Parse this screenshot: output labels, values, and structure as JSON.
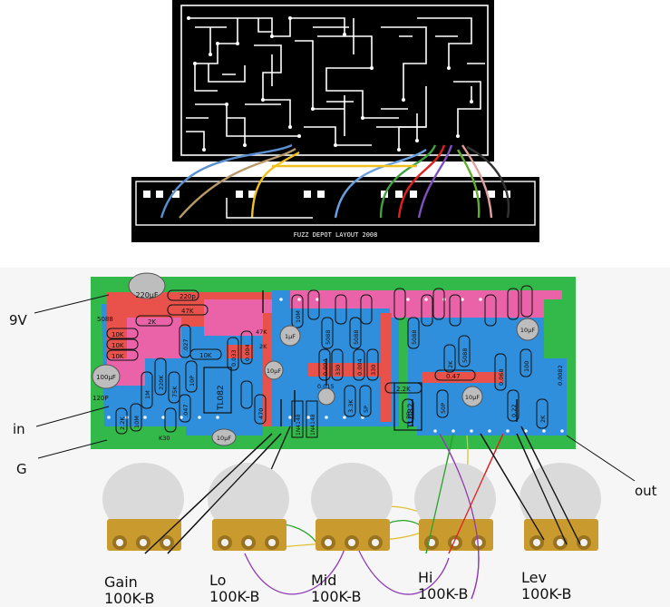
{
  "labels": {
    "supply": "9V",
    "input": "in",
    "ground": "G",
    "output": "out",
    "pcb_footer": "FUZZ DEPOT LAYOUT 2008"
  },
  "pots": [
    {
      "name": "Gain",
      "value": "100K-B"
    },
    {
      "name": "Lo",
      "value": "100K-B"
    },
    {
      "name": "Mid",
      "value": "100K-B"
    },
    {
      "name": "Hi",
      "value": "100K-B"
    },
    {
      "name": "Lev",
      "value": "100K-B"
    }
  ],
  "components": {
    "c220u": "220μF",
    "c220p": "220p",
    "r47k_a": "47K",
    "r2k_a": "2K",
    "r5088_a": "5088",
    "r10k_a": "10K",
    "r10k_b": "10K",
    "r10k_c": "10K",
    "c100u": "100μF",
    "c120p": "120P",
    "c027": ".027",
    "c047": ".047",
    "r10k_d": "10K",
    "ic1": "TL082",
    "r220k": "220K",
    "r1m": "1M",
    "r75k": "75K",
    "c10p": "10P",
    "c033": "0.033",
    "c004": "0.004",
    "r47k_b": "47K",
    "r2k_b": "2K",
    "c1u": "1μF",
    "c10u_a": "10μF",
    "c10u_b": "10μF",
    "r470": "470",
    "d1": "1N4148",
    "d2": "1N4148",
    "r10m": "10M",
    "r2k2": "2.2K",
    "k30": "K30",
    "ic2": "TL082",
    "c047b": "0.47",
    "c10u_c": "10μF",
    "c10u_d": "10μF",
    "c015": "0.015",
    "r33k": "3.3K",
    "r22k": "2.2K",
    "c5p": "5P",
    "c50p": "50P",
    "c22": "0.22",
    "c0082": "0.0082",
    "r100": "100",
    "c068": "0.068",
    "r330": "330",
    "r51k": "5.1K"
  },
  "colors": {
    "pcb_green": "#33b84a",
    "trace_blue": "#2f8fdc",
    "pad_red": "#e8524a",
    "pad_pink": "#ea63a8",
    "pot_body": "#c99a2e",
    "pot_knob": "#dadada"
  }
}
